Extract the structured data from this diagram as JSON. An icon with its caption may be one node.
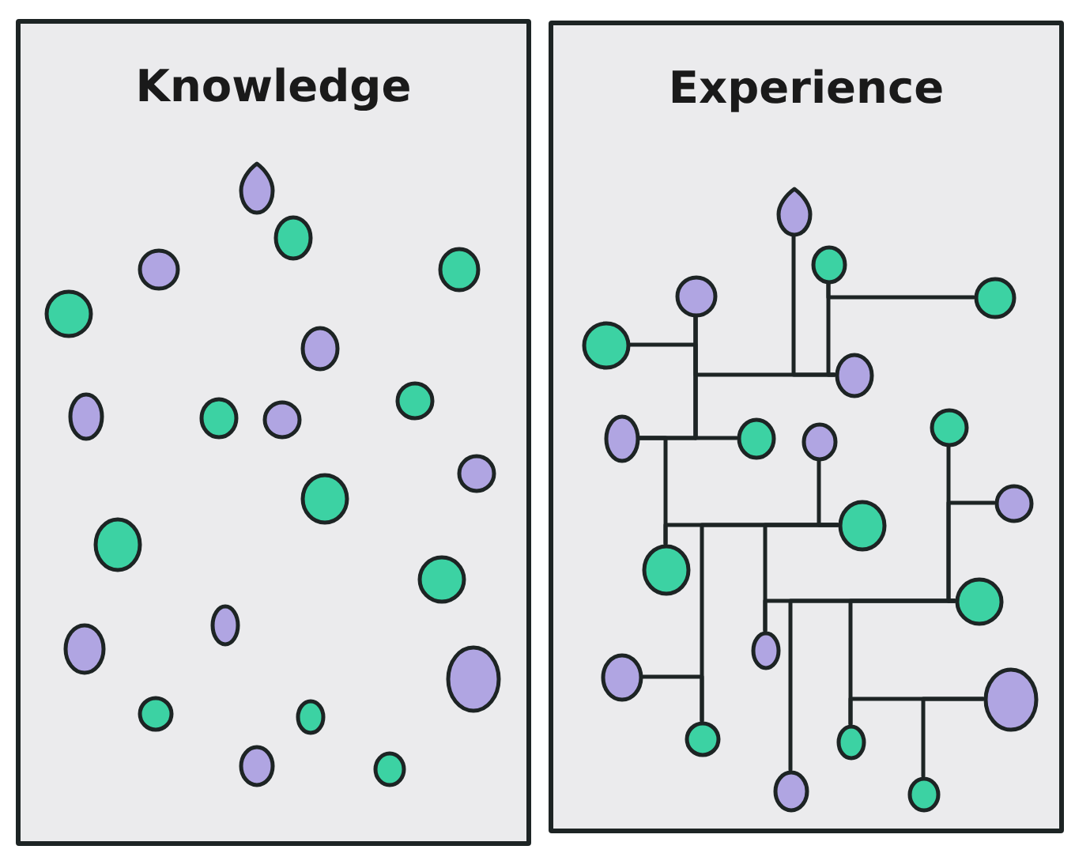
{
  "diagram": {
    "nodes": [
      {
        "text": [
          "Knowledge"
        ]
      },
      {
        "text": [],
        "shape": "circle",
        "in": 0
      },
      {
        "text": [],
        "shape": "circle",
        "in": 0
      },
      {
        "text": [],
        "shape": "circle",
        "in": 0
      },
      {
        "text": [],
        "shape": "circle",
        "in": 0
      },
      {
        "text": [],
        "shape": "circle",
        "in": 0
      },
      {
        "text": [],
        "shape": "circle",
        "in": 0
      },
      {
        "text": [],
        "shape": "circle",
        "in": 0
      },
      {
        "text": [],
        "shape": "circle",
        "in": 0
      },
      {
        "text": [],
        "shape": "circle",
        "in": 0
      },
      {
        "text": [],
        "shape": "circle",
        "in": 0
      },
      {
        "text": [],
        "shape": "circle",
        "in": 0
      },
      {
        "text": [],
        "shape": "circle",
        "in": 0
      },
      {
        "text": [],
        "shape": "circle",
        "in": 0
      },
      {
        "text": [],
        "shape": "circle",
        "in": 0
      },
      {
        "text": [],
        "shape": "circle",
        "in": 0
      },
      {
        "text": [],
        "shape": "circle",
        "in": 0
      },
      {
        "text": [],
        "shape": "circle",
        "in": 0
      },
      {
        "text": [],
        "shape": "circle",
        "in": 0
      },
      {
        "text": [],
        "shape": "circle",
        "in": 0
      },
      {
        "text": [],
        "shape": "circle",
        "in": 0
      },
      {
        "text": [],
        "shape": "circle",
        "in": 0
      },
      {
        "text": [
          "Experience"
        ]
      },
      {
        "text": [],
        "shape": "circle",
        "in": 22
      },
      {
        "text": [],
        "shape": "circle",
        "in": 22
      },
      {
        "text": [],
        "shape": "circle",
        "in": 22
      },
      {
        "text": [],
        "shape": "circle",
        "in": 22
      },
      {
        "text": [],
        "shape": "circle",
        "in": 22
      },
      {
        "text": [],
        "shape": "circle",
        "in": 22
      },
      {
        "text": [],
        "shape": "circle",
        "in": 22
      },
      {
        "text": [],
        "shape": "circle",
        "in": 22
      },
      {
        "text": [],
        "shape": "circle",
        "in": 22
      },
      {
        "text": [],
        "shape": "circle",
        "in": 22
      },
      {
        "text": [],
        "shape": "circle",
        "in": 22
      },
      {
        "text": [],
        "shape": "circle",
        "in": 22
      },
      {
        "text": [],
        "shape": "circle",
        "in": 22
      },
      {
        "text": [],
        "shape": "circle",
        "in": 22
      },
      {
        "text": [],
        "shape": "circle",
        "in": 22
      },
      {
        "text": [],
        "shape": "circle",
        "in": 22
      },
      {
        "text": [],
        "shape": "circle",
        "in": 22
      },
      {
        "text": [],
        "shape": "circle",
        "in": 22
      },
      {
        "text": [],
        "shape": "circle",
        "in": 22
      },
      {
        "text": [],
        "shape": "circle",
        "in": 22
      },
      {
        "text": [],
        "shape": "circle",
        "in": 22
      }
    ],
    "edges": [
      {
        "from": 23,
        "to": 28,
        "arrow": "none"
      },
      {
        "from": 24,
        "to": 28,
        "arrow": "none"
      },
      {
        "from": 24,
        "to": 26,
        "arrow": "none"
      },
      {
        "from": 25,
        "to": 28,
        "arrow": "none"
      },
      {
        "from": 27,
        "to": 29,
        "arrow": "none"
      },
      {
        "from": 25,
        "to": 29,
        "arrow": "none"
      },
      {
        "from": 25,
        "to": 30,
        "arrow": "none"
      },
      {
        "from": 29,
        "to": 35,
        "arrow": "none"
      },
      {
        "from": 35,
        "to": 34,
        "arrow": "none"
      },
      {
        "from": 31,
        "to": 34,
        "arrow": "none"
      },
      {
        "from": 34,
        "to": 40,
        "arrow": "none"
      },
      {
        "from": 38,
        "to": 40,
        "arrow": "none"
      },
      {
        "from": 34,
        "to": 37,
        "arrow": "none"
      },
      {
        "from": 36,
        "to": 37,
        "arrow": "none"
      },
      {
        "from": 36,
        "to": 42,
        "arrow": "none"
      },
      {
        "from": 36,
        "to": 41,
        "arrow": "none"
      },
      {
        "from": 39,
        "to": 41,
        "arrow": "none"
      },
      {
        "from": 39,
        "to": 43,
        "arrow": "none"
      },
      {
        "from": 32,
        "to": 36,
        "arrow": "none"
      },
      {
        "from": 33,
        "to": 36,
        "arrow": "none"
      }
    ]
  }
}
